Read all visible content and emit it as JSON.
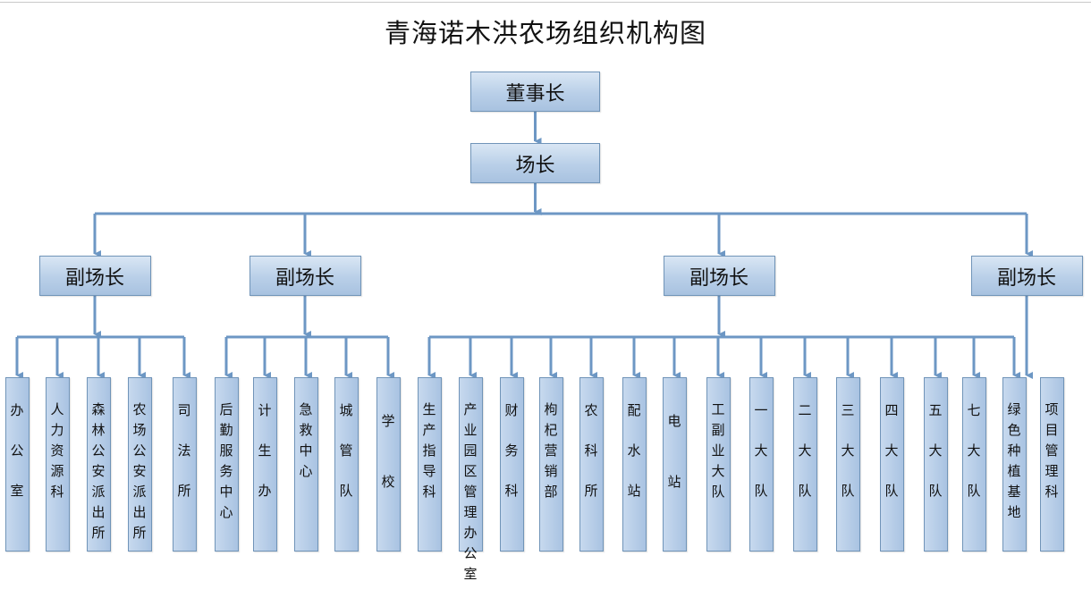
{
  "title": "青海诺木洪农场组织机构图",
  "colors": {
    "connector": "#6d97c4",
    "box_border": "#7094b8",
    "box_fill": "#b9cfe8"
  },
  "chairman": "董事长",
  "director": "场长",
  "deputies": [
    {
      "label": "副场长",
      "departments": [
        "办公室",
        "人力资源科",
        "森林公安派出所",
        "农场公安派出所",
        "司法所"
      ]
    },
    {
      "label": "副场长",
      "departments": [
        "后勤服务中心",
        "计生办",
        "急救中心",
        "城管队",
        "学校"
      ]
    },
    {
      "label": "副场长",
      "departments": [
        "生产指导科",
        "产业园区管理办公室",
        "财务科",
        "枸杞营销部",
        "农科所",
        "配水站",
        "电站",
        "工副业大队",
        "一大队",
        "二大队",
        "三大队",
        "四大队",
        "五大队",
        "七大队",
        "绿色种植基地"
      ]
    },
    {
      "label": "副场长",
      "departments": [
        "项目管理科"
      ]
    }
  ]
}
